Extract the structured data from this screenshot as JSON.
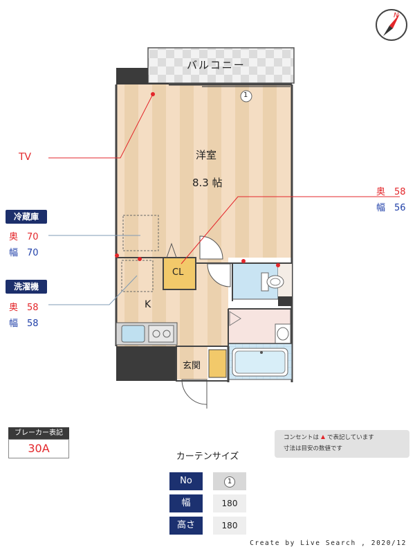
{
  "plan": {
    "balcony_label": "バルコニー",
    "room_name": "洋室",
    "room_size": "8.3 帖",
    "closet_label": "CL",
    "kitchen_label": "K",
    "entrance_label": "玄関",
    "curtain_marker": "1",
    "tv_label": "TV",
    "compass_letter": "N"
  },
  "fridge": {
    "tag": "冷蔵庫",
    "depth_key": "奥",
    "depth_val": "70",
    "width_key": "幅",
    "width_val": "70"
  },
  "washer": {
    "tag": "洗濯機",
    "depth_key": "奥",
    "depth_val": "58",
    "width_key": "幅",
    "width_val": "58"
  },
  "other_dim": {
    "depth_key": "奥",
    "depth_val": "58",
    "width_key": "幅",
    "width_val": "56"
  },
  "breaker": {
    "heading": "ブレーカー表記",
    "value": "30A"
  },
  "note": {
    "line1_pre": "コンセントは",
    "line1_post": "で表記しています",
    "line2": "寸法は目安の数値です"
  },
  "curtain": {
    "title": "カーテンサイズ",
    "rows": [
      {
        "key": "No",
        "value": "1"
      },
      {
        "key": "幅",
        "value": "180"
      },
      {
        "key": "高さ",
        "value": "180"
      }
    ]
  },
  "credit": "Create by Live Search , 2020/12",
  "colors": {
    "outlet": "#e3262a",
    "navy": "#1c2f6b",
    "floor_stripe_a": "#f3dcc1",
    "floor_stripe_b": "#ead0ac",
    "water": "#c7e3f2"
  }
}
